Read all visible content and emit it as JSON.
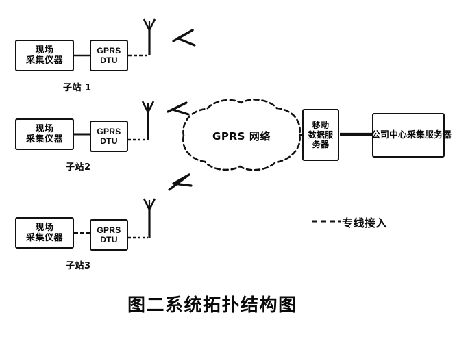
{
  "figure": {
    "caption": "图二系统拓扑结构图",
    "background_color": "#ffffff",
    "ink_color": "#111111"
  },
  "legend": {
    "dash_prefix": "-----",
    "label": "专线接入",
    "full_text": "-----专线接入"
  },
  "cloud": {
    "label": "GPRS  网络",
    "style": "dashed-cloud"
  },
  "substations": [
    {
      "id": "substation-1",
      "caption": "子站 1",
      "field_device": {
        "line1": "现场",
        "line2": "采集仪器"
      },
      "dtu": {
        "line1": "GPRS",
        "line2": "DTU"
      },
      "antenna_icon": "antenna-icon",
      "radio_icon": "radio-wave-icon"
    },
    {
      "id": "substation-2",
      "caption": "子站2",
      "field_device": {
        "line1": "现场",
        "line2": "采集仪器"
      },
      "dtu": {
        "line1": "GPRS",
        "line2": "DTU"
      },
      "antenna_icon": "antenna-icon",
      "radio_icon": "radio-wave-icon"
    },
    {
      "id": "substation-3",
      "caption": "子站3",
      "field_device": {
        "line1": "现场",
        "line2": "采集仪器"
      },
      "dtu": {
        "line1": "GPRS",
        "line2": "DTU"
      },
      "antenna_icon": "antenna-icon",
      "radio_icon": "radio-wave-icon"
    }
  ],
  "mobile_data_server": {
    "line1": "移动",
    "line2": "数据服",
    "line3": "务器"
  },
  "company_server": {
    "label": "公司中心采集服务器"
  }
}
